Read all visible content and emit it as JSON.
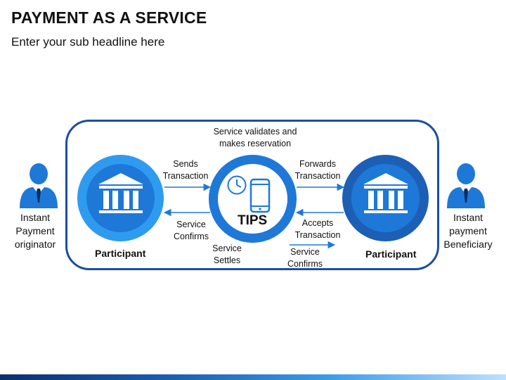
{
  "header": {
    "title": "PAYMENT AS A SERVICE",
    "subtitle": "Enter your sub headline here"
  },
  "left_actor": {
    "label_lines": [
      "Instant",
      "Payment",
      "originator"
    ]
  },
  "right_actor": {
    "label_lines": [
      "Instant",
      "payment",
      "Beneficiary"
    ]
  },
  "participants": {
    "left": "Participant",
    "right": "Participant"
  },
  "hub": {
    "label": "TIPS"
  },
  "flows": {
    "top": [
      "Service validates and",
      "makes reservation"
    ],
    "sends": [
      "Sends",
      "Transaction"
    ],
    "service_confirms_left": [
      "Service",
      "Confirms"
    ],
    "service_settles": [
      "Service",
      "Settles"
    ],
    "forwards": [
      "Forwards",
      "Transaction"
    ],
    "accepts": [
      "Accepts",
      "Transaction"
    ],
    "service_confirms_right": [
      "Service",
      "Confirms"
    ]
  },
  "colors": {
    "frame": "#1b4f9c",
    "light_blue": "#2e9bf0",
    "mid_blue": "#1e78d8",
    "dark_blue": "#1d5fb5"
  }
}
